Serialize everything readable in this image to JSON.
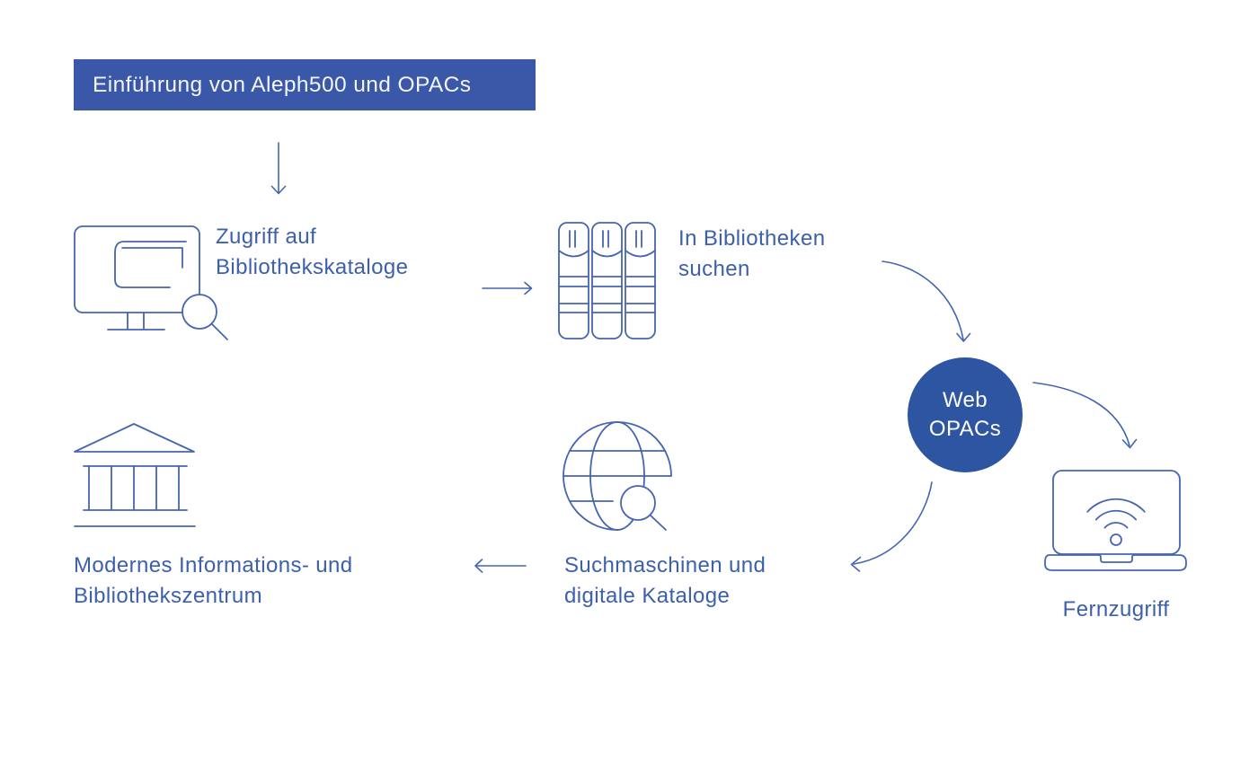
{
  "colors": {
    "banner_bg": "#3a57a8",
    "banner_text": "#f2f5fb",
    "hub_bg": "#2d55a2",
    "hub_text": "#fdfeff",
    "text": "#3c60ac",
    "line": "#4565b0",
    "background": "#ffffff"
  },
  "banner": {
    "title": "Einführung von Aleph500 und OPACs"
  },
  "nodes": {
    "zugriff": {
      "icon": "monitor-book-search-icon",
      "lines": [
        "Zugriff auf",
        "Bibliothekskataloge"
      ]
    },
    "bibliotheken": {
      "icon": "books-icon",
      "lines": [
        "In Bibliotheken",
        "suchen"
      ]
    },
    "web_opacs": {
      "lines": [
        "Web",
        "OPACs"
      ]
    },
    "fernzugriff": {
      "icon": "laptop-wifi-icon",
      "label": "Fernzugriff"
    },
    "suchmaschinen": {
      "icon": "globe-search-icon",
      "lines": [
        "Suchmaschinen und",
        "digitale Kataloge"
      ]
    },
    "zentrum": {
      "icon": "library-building-icon",
      "lines": [
        "Modernes Informations- und",
        "Bibliothekszentrum"
      ]
    }
  },
  "connections": [
    {
      "from": "banner",
      "to": "zugriff"
    },
    {
      "from": "zugriff",
      "to": "bibliotheken"
    },
    {
      "from": "bibliotheken",
      "to": "web_opacs"
    },
    {
      "from": "web_opacs",
      "to": "fernzugriff"
    },
    {
      "from": "web_opacs",
      "to": "suchmaschinen"
    },
    {
      "from": "suchmaschinen",
      "to": "zentrum"
    }
  ]
}
